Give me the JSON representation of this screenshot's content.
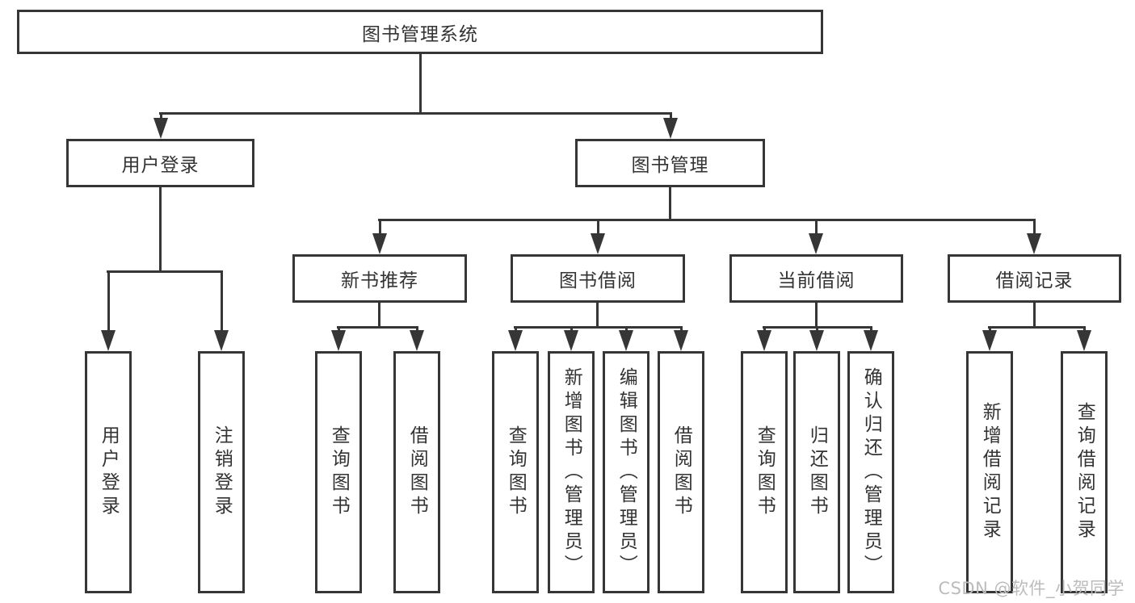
{
  "diagram": {
    "title": "图书管理系统",
    "branches": [
      {
        "label": "用户登录",
        "children": [
          {
            "label": "用户登录"
          },
          {
            "label": "注销登录"
          }
        ]
      },
      {
        "label": "图书管理",
        "children": [
          {
            "label": "新书推荐",
            "children": [
              {
                "label": "查询图书"
              },
              {
                "label": "借阅图书"
              }
            ]
          },
          {
            "label": "图书借阅",
            "children": [
              {
                "label": "查询图书"
              },
              {
                "label": "新增图书（管理员）"
              },
              {
                "label": "编辑图书（管理员）"
              },
              {
                "label": "借阅图书"
              }
            ]
          },
          {
            "label": "当前借阅",
            "children": [
              {
                "label": "查询图书"
              },
              {
                "label": "归还图书"
              },
              {
                "label": "确认归还（管理员）"
              }
            ]
          },
          {
            "label": "借阅记录",
            "children": [
              {
                "label": "新增借阅记录"
              },
              {
                "label": "查询借阅记录"
              }
            ]
          }
        ]
      }
    ]
  },
  "watermark": {
    "text": "CSDN @软件_小贺同学"
  },
  "colors": {
    "line": "#363636",
    "box_border": "#363636",
    "box_fill": "#ffffff",
    "text": "#333333",
    "watermark": "#bcbcbf",
    "background": "#ffffff"
  }
}
